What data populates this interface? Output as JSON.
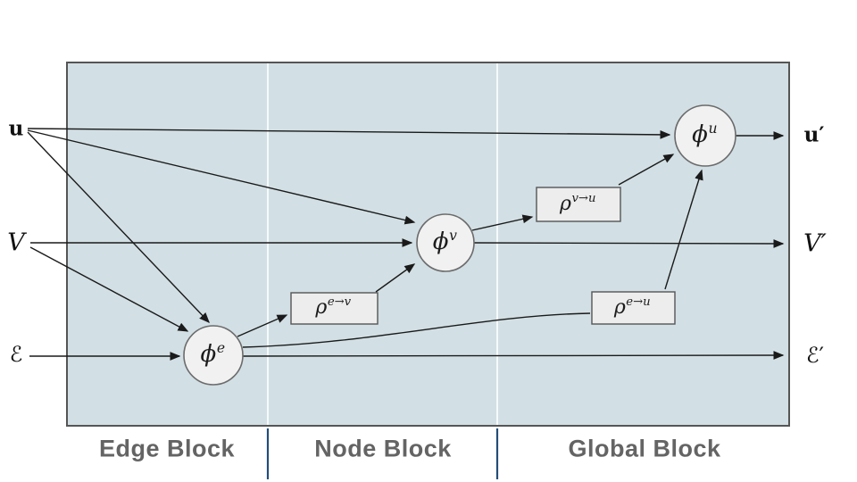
{
  "diagram": {
    "inputs": {
      "u": "u",
      "v": "V",
      "e": "ℰ"
    },
    "outputs": {
      "u": "u′",
      "v": "V′",
      "e": "ℰ′"
    },
    "update_functions": {
      "phi_e": {
        "base": "ϕ",
        "sup": "e"
      },
      "phi_v": {
        "base": "ϕ",
        "sup": "v"
      },
      "phi_u": {
        "base": "ϕ",
        "sup": "u"
      }
    },
    "aggregation_functions": {
      "rho_e_v": {
        "base": "ρ",
        "sup": "e→v"
      },
      "rho_v_u": {
        "base": "ρ",
        "sup": "v→u"
      },
      "rho_e_u": {
        "base": "ρ",
        "sup": "e→u"
      }
    },
    "blocks": {
      "edge": "Edge Block",
      "node": "Node Block",
      "global": "Global Block"
    },
    "colors": {
      "panel_fill": "#d2dfe4",
      "panel_border": "#555555",
      "divider_inner": "#f6fafb",
      "divider_bottom": "#234d78",
      "node_fill": "#f1f1f1",
      "node_border": "#6b6b6b",
      "box_fill": "#ededed",
      "box_border": "#555555",
      "arrow": "#1a1a1a",
      "block_label": "#646464"
    }
  }
}
